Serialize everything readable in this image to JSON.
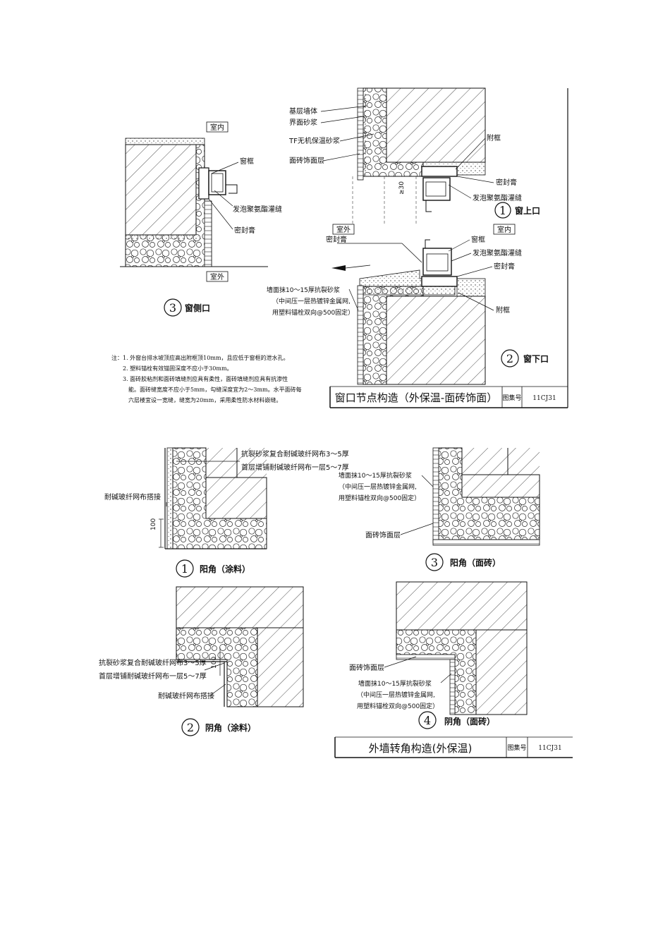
{
  "sheet_top": {
    "title": "窗口节点构造（外保温-面砖饰面）",
    "atlas_label": "图集号",
    "atlas_no": "11CJ31",
    "detail1": {
      "num": "1",
      "caption": "窗上口",
      "labels": [
        "基层墙体",
        "界面砂浆",
        "TF无机保温砂浆",
        "面砖饰面层",
        "附框",
        "密封膏",
        "发泡聚氨酯灌缝"
      ],
      "dim": "≥30"
    },
    "detail2": {
      "num": "2",
      "caption": "窗下口",
      "tag_out": "室外",
      "tag_in": "室内",
      "labels": [
        "密封膏",
        "窗框",
        "发泡聚氨酯灌缝",
        "密封膏",
        "附框"
      ],
      "mortar": [
        "墙面抹10～15厚抗裂砂浆",
        "（中间压一层热镀锌金属网,",
        "用塑料锚栓双向@500固定）"
      ]
    },
    "detail3": {
      "num": "3",
      "caption": "窗侧口",
      "tag_in": "室内",
      "tag_out": "室外",
      "labels": [
        "窗框",
        "发泡聚氨酯灌缝",
        "密封膏"
      ]
    },
    "notes": [
      "注：1. 外窗台排水坡顶应高出附框顶10mm，且应低于窗框的泄水孔。",
      "2. 塑料锚栓有效锚固深度不应小于30mm。",
      "3. 面砖胶粘剂和面砖填缝剂应具有柔性，面砖填缝剂应具有抗渗性",
      "能。面砖缝宽度不应小于5mm，勾缝深度宜为2～3mm。水平面砖每",
      "六层楼宜设一宽缝，缝宽为20mm，采用柔性防水材料嵌缝。"
    ]
  },
  "sheet_bottom": {
    "title": "外墙转角构造(外保温)",
    "atlas_label": "图集号",
    "atlas_no": "11CJ31",
    "detail1": {
      "num": "1",
      "caption": "阳角（涂料）",
      "labels": [
        "抗裂砂浆复合耐碱玻纤网布3～5厚",
        "首层增铺耐碱玻纤网布一层5～7厚",
        "耐碱玻纤网布搭接"
      ],
      "dim": "100"
    },
    "detail2": {
      "num": "2",
      "caption": "阴角（涂料）",
      "labels": [
        "抗裂砂浆复合耐碱玻纤网布3～5厚",
        "首层增铺耐碱玻纤网布一层5～7厚",
        "耐碱玻纤网布搭接"
      ],
      "dim": "100"
    },
    "detail3": {
      "num": "3",
      "caption": "阳角（面砖）",
      "labels": [
        "墙面抹10～15厚抗裂砂浆",
        "（中间压一层热镀锌金属网,",
        "用塑料锚栓双向@500固定）",
        "面砖饰面层"
      ]
    },
    "detail4": {
      "num": "4",
      "caption": "阴角（面砖）",
      "labels": [
        "面砖饰面层",
        "墙面抹10～15厚抗裂砂浆",
        "（中间压一层热镀锌金属网,",
        "用塑料锚栓双向@500固定）"
      ]
    }
  }
}
